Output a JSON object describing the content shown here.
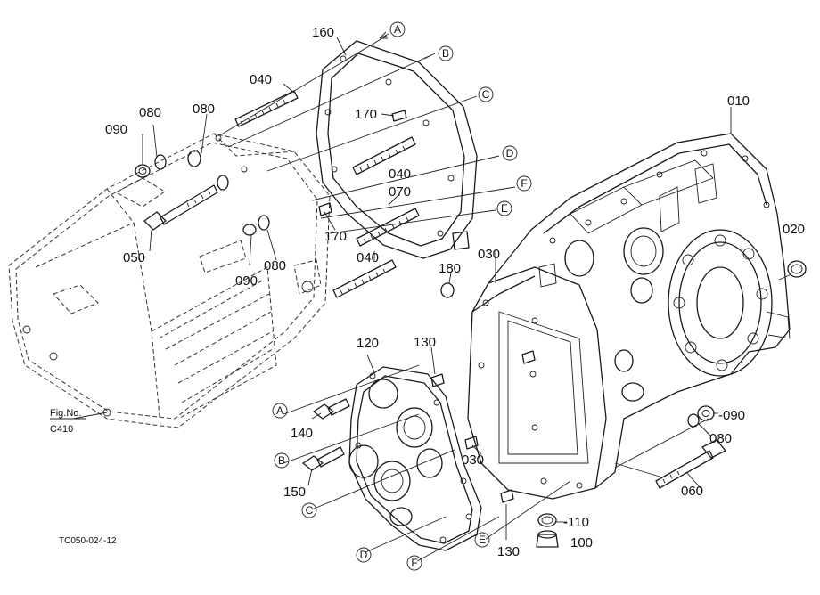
{
  "callouts": {
    "c010": "010",
    "c020": "020",
    "c030a": "030",
    "c030b": "030",
    "c040a": "040",
    "c040b": "040",
    "c040c": "040",
    "c050": "050",
    "c060": "060",
    "c070": "070",
    "c080a": "080",
    "c080b": "080",
    "c080c": "080",
    "c080d": "080",
    "c090a": "090",
    "c090b": "090",
    "c090c": "-090",
    "c100": "100",
    "c110": "-110",
    "c120": "120",
    "c130a": "130",
    "c130b": "130",
    "c140": "140",
    "c150": "150",
    "c160": "160",
    "c170a": "170",
    "c170b": "170",
    "c180": "180"
  },
  "markers": {
    "A": "A",
    "B": "B",
    "C": "C",
    "D": "D",
    "E": "E",
    "F": "F"
  },
  "figref": {
    "line1": "Fig.No.",
    "line2": "C410"
  },
  "drawing_code": "TC050-024-12"
}
